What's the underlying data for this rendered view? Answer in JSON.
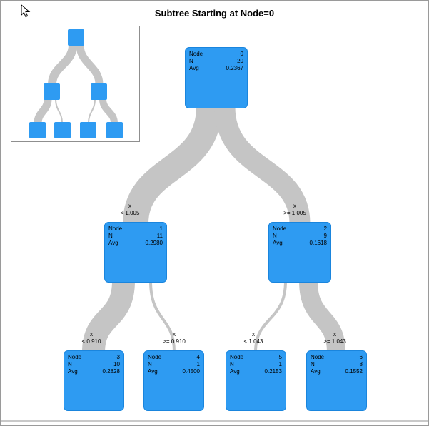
{
  "title": "Subtree Starting at Node=0",
  "colors": {
    "node_fill": "#2E9BF2",
    "link": "#C5C5C5"
  },
  "tree": {
    "nodes": [
      {
        "node_label": "Node",
        "node": "0",
        "n_label": "N",
        "n": "20",
        "avg_label": "Avg",
        "avg": "0.2367"
      },
      {
        "node_label": "Node",
        "node": "1",
        "n_label": "N",
        "n": "11",
        "avg_label": "Avg",
        "avg": "0.2980"
      },
      {
        "node_label": "Node",
        "node": "2",
        "n_label": "N",
        "n": "9",
        "avg_label": "Avg",
        "avg": "0.1618"
      },
      {
        "node_label": "Node",
        "node": "3",
        "n_label": "N",
        "n": "10",
        "avg_label": "Avg",
        "avg": "0.2828"
      },
      {
        "node_label": "Node",
        "node": "4",
        "n_label": "N",
        "n": "1",
        "avg_label": "Avg",
        "avg": "0.4500"
      },
      {
        "node_label": "Node",
        "node": "5",
        "n_label": "N",
        "n": "1",
        "avg_label": "Avg",
        "avg": "0.2153"
      },
      {
        "node_label": "Node",
        "node": "6",
        "n_label": "N",
        "n": "8",
        "avg_label": "Avg",
        "avg": "0.1552"
      }
    ],
    "branches": [
      {
        "variable": "x",
        "condition": "< 1.005"
      },
      {
        "variable": "x",
        "condition": ">= 1.005"
      },
      {
        "variable": "x",
        "condition": "< 0.910"
      },
      {
        "variable": "x",
        "condition": ">= 0.910"
      },
      {
        "variable": "x",
        "condition": "< 1.043"
      },
      {
        "variable": "x",
        "condition": ">= 1.043"
      }
    ]
  }
}
